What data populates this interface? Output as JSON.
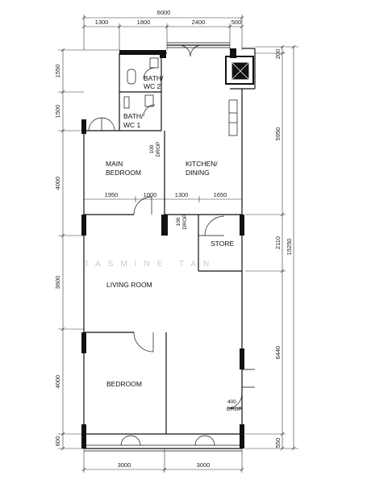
{
  "dimensions": {
    "top_total": "6000",
    "top": [
      "1300",
      "1800",
      "2400",
      "500"
    ],
    "left": [
      "1550",
      "1500",
      "4000",
      "3600",
      "4000",
      "600"
    ],
    "right_inner": [
      "200",
      "5950",
      "2110",
      "6440",
      "550"
    ],
    "right_outer": "15250",
    "bottom": [
      "3000",
      "3000"
    ],
    "mid_left": [
      "1950",
      "1000"
    ],
    "mid_right": [
      "1300",
      "1650"
    ]
  },
  "rooms": {
    "bath2_l1": "BATH/",
    "bath2_l2": "WC 2",
    "bath1_l1": "BATH/",
    "bath1_l2": "WC 1",
    "master_l1": "MAIN",
    "master_l2": "BEDROOM",
    "kitchen_l1": "KITCHEN/",
    "kitchen_l2": "DINING",
    "store": "STORE",
    "living": "LIVING ROOM",
    "bedroom": "BEDROOM"
  },
  "drops": {
    "drop1_v": "100",
    "drop1_l": "DROP",
    "drop2_v": "100",
    "drop2_l": "DROP",
    "drop3_v": "400",
    "drop3_l": "DROP"
  },
  "watermark": "JASMINE TAN"
}
